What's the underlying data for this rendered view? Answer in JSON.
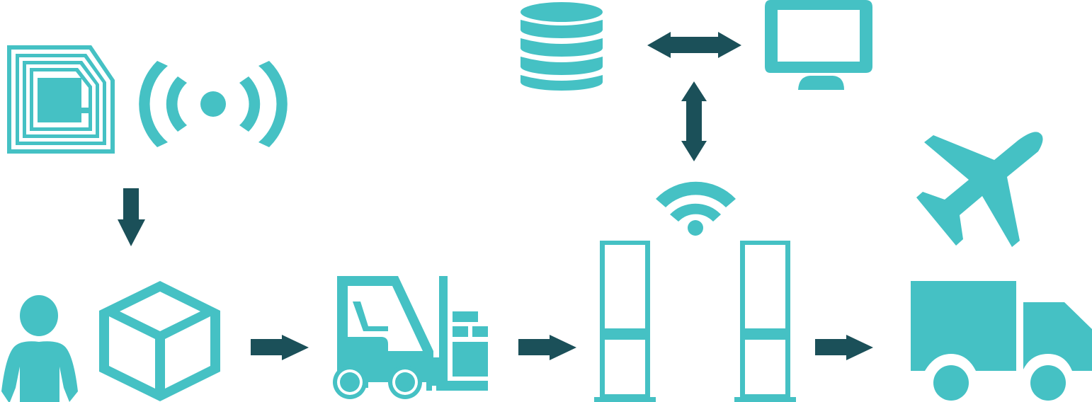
{
  "colors": {
    "icon": "#45C1C4",
    "arrow": "#1B5059",
    "background": "#FFFFFF"
  },
  "diagram": {
    "description_free": true,
    "icons": [
      "rfid-tag-icon",
      "radio-signal-icon",
      "database-icon",
      "monitor-icon",
      "wifi-icon",
      "airplane-icon",
      "person-icon",
      "package-box-icon",
      "forklift-icon",
      "rfid-gate-left-icon",
      "rfid-gate-right-icon",
      "delivery-truck-icon"
    ],
    "arrows": [
      {
        "from": "rfid-tag",
        "to": "package-box",
        "kind": "single"
      },
      {
        "from": "package-box",
        "to": "forklift",
        "kind": "single"
      },
      {
        "from": "forklift",
        "to": "rfid-gate",
        "kind": "single"
      },
      {
        "from": "rfid-gate",
        "to": "delivery-truck",
        "kind": "single"
      },
      {
        "from": "database",
        "to": "monitor",
        "kind": "double"
      },
      {
        "from": "database",
        "to": "wifi",
        "kind": "double"
      }
    ]
  }
}
